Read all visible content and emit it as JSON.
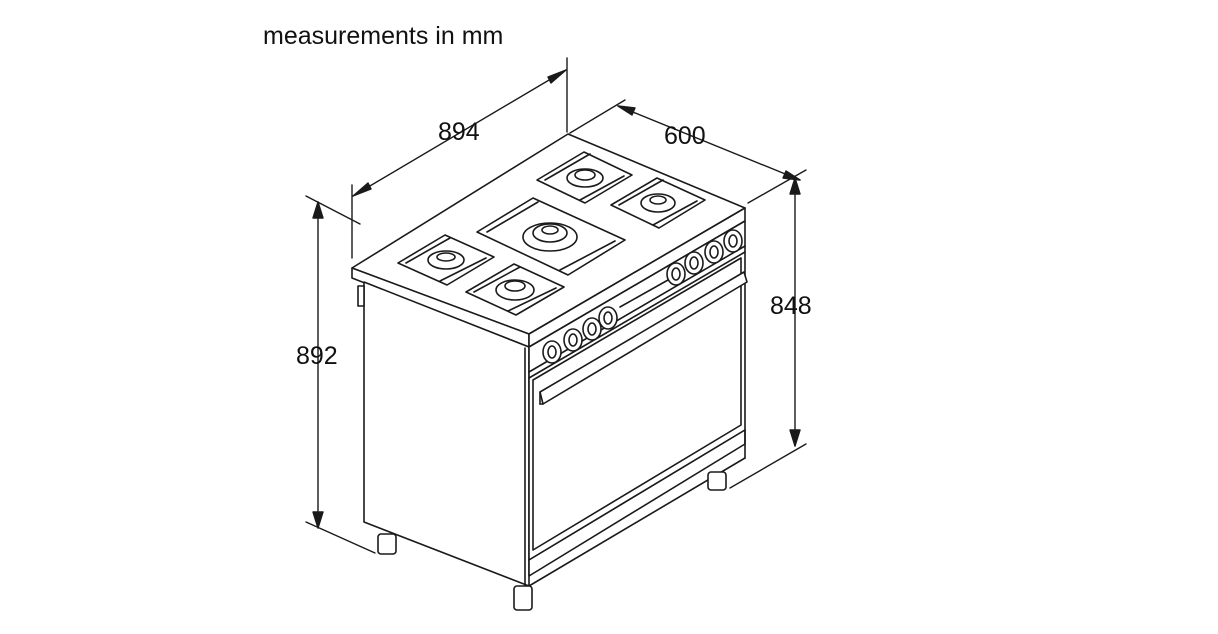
{
  "caption": "measurements in mm",
  "dimensions": {
    "width": "894",
    "depth": "600",
    "height_total": "892",
    "height_body": "848"
  },
  "colors": {
    "line": "#1a1a1a",
    "background": "#ffffff"
  }
}
